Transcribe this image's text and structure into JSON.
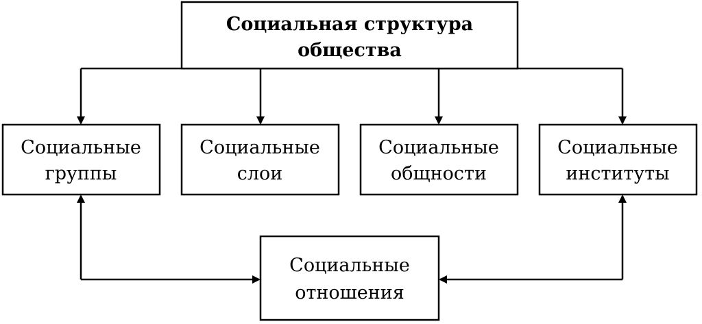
{
  "diagram": {
    "root": {
      "line1": "Социальная структура",
      "line2": "общества"
    },
    "groups": {
      "line1": "Социальные",
      "line2": "группы"
    },
    "layers": {
      "line1": "Социальные",
      "line2": "слои"
    },
    "communities": {
      "line1": "Социальные",
      "line2": "общности"
    },
    "institutions": {
      "line1": "Социальные",
      "line2": "институты"
    },
    "relations": {
      "line1": "Социальные",
      "line2": "отношения"
    }
  }
}
